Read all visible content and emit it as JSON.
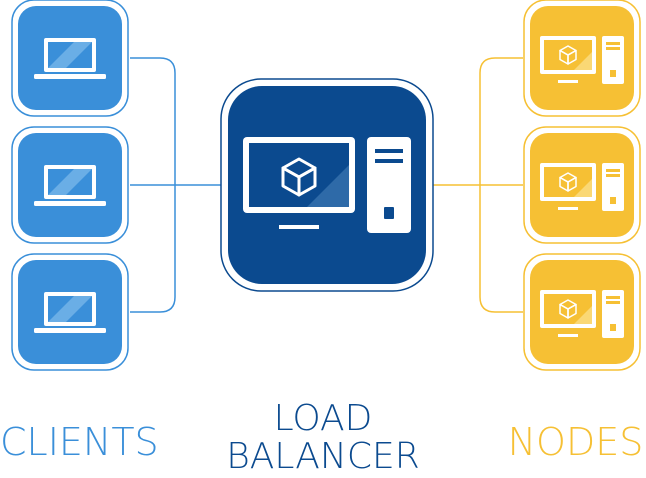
{
  "labels": {
    "clients": "CLIENTS",
    "load_balancer_line1": "LOAD",
    "load_balancer_line2": "BALANCER",
    "nodes": "NODES"
  },
  "colors": {
    "client_blue": "#3a8fd9",
    "balancer_blue": "#0b4a8f",
    "node_yellow": "#f6c034",
    "client_text": "#3a8fd9",
    "balancer_text": "#0b4a8f",
    "node_text": "#f6c034"
  },
  "icons": {
    "client": "laptop-icon",
    "balancer": "desktop-with-cube-icon",
    "node": "desktop-with-cube-icon"
  }
}
